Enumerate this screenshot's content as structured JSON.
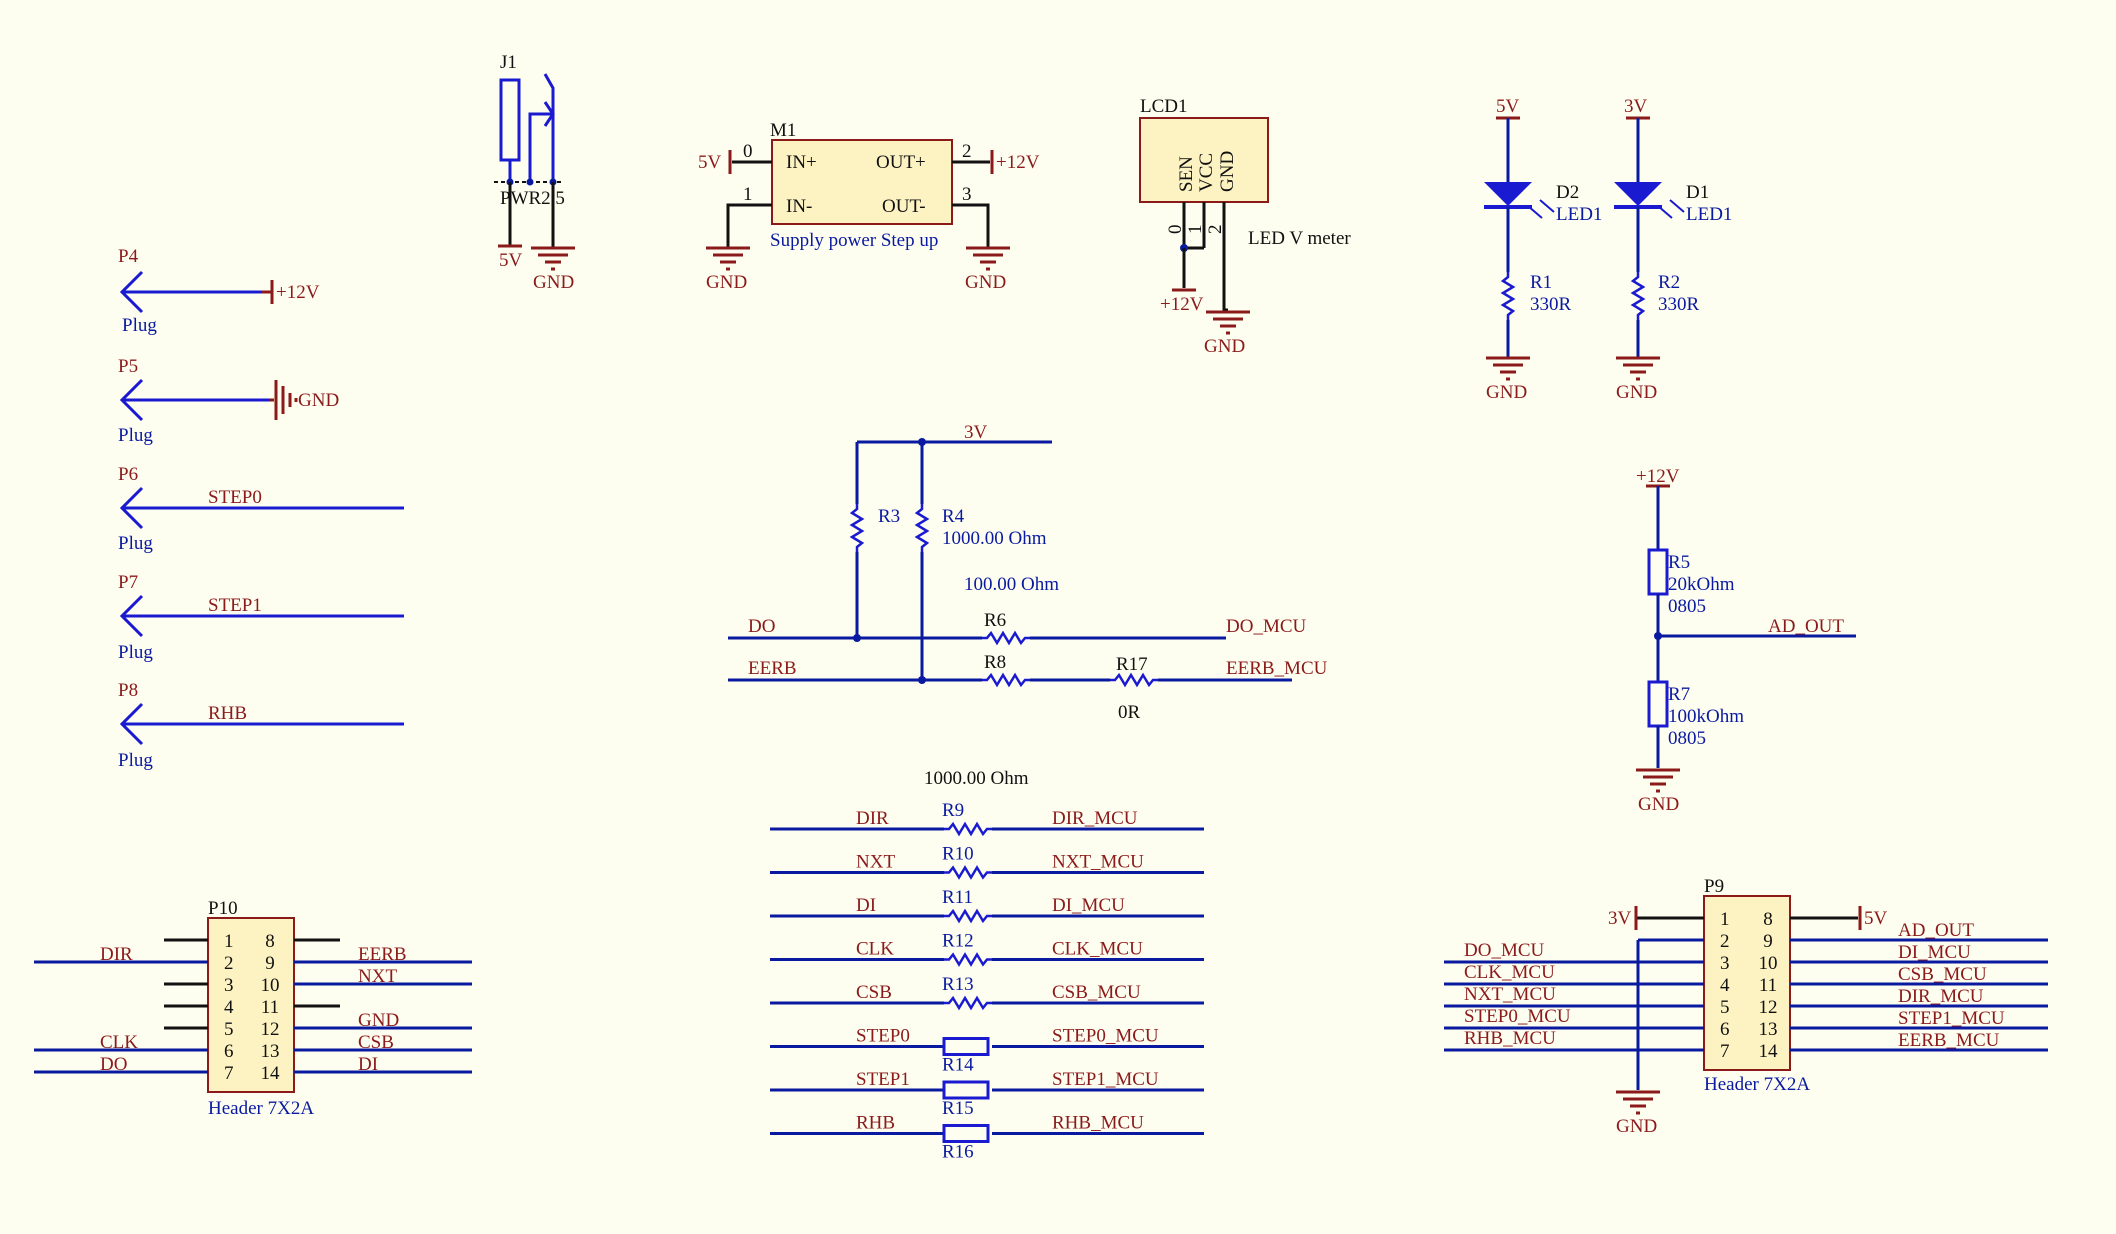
{
  "connectors": {
    "p4": {
      "ref": "P4",
      "type": "Plug",
      "net": "+12V"
    },
    "p5": {
      "ref": "P5",
      "type": "Plug",
      "net": "GND"
    },
    "p6": {
      "ref": "P6",
      "type": "Plug",
      "net": "STEP0"
    },
    "p7": {
      "ref": "P7",
      "type": "Plug",
      "net": "STEP1"
    },
    "p8": {
      "ref": "P8",
      "type": "Plug",
      "net": "RHB"
    }
  },
  "j1": {
    "ref": "J1",
    "name": "PWR2.5",
    "net_a": "5V",
    "net_b": "GND"
  },
  "m1": {
    "ref": "M1",
    "desc": "Supply power Step up",
    "pin_in_p": "IN+",
    "pin_in_m": "IN-",
    "pin_out_p": "OUT+",
    "pin_out_m": "OUT-",
    "pin0": "0",
    "pin1": "1",
    "pin2": "2",
    "pin3": "3",
    "net_in": "5V",
    "net_out": "+12V",
    "gnd1": "GND",
    "gnd2": "GND"
  },
  "lcd1": {
    "ref": "LCD1",
    "desc": "LED V meter",
    "pin_sen": "SEN",
    "pin_vcc": "VCC",
    "pin_gnd": "GND",
    "pin0": "0",
    "pin1": "1",
    "pin2": "2",
    "net_vcc": "+12V",
    "net_gnd": "GND"
  },
  "leds": {
    "d2": {
      "ref": "D2",
      "value": "LED1",
      "net_top": "5V",
      "res_ref": "R1",
      "res_val": "330R",
      "net_bot": "GND"
    },
    "d1": {
      "ref": "D1",
      "value": "LED1",
      "net_top": "3V",
      "res_ref": "R2",
      "res_val": "330R",
      "net_bot": "GND"
    }
  },
  "pullups": {
    "net_3v": "3V",
    "r3": "R3",
    "r4": "R4",
    "r4_val": "1000.00 Ohm",
    "r3_val": "100.00 Ohm",
    "do": "DO",
    "do_mcu": "DO_MCU",
    "r6": "R6",
    "eerb": "EERB",
    "eerb_mcu": "EERB_MCU",
    "r8": "R8",
    "r17": "R17",
    "r17_val": "0R"
  },
  "divider": {
    "net_top": "+12V",
    "r5": "R5",
    "r5_val": "20kOhm",
    "r5_pkg": "0805",
    "r7": "R7",
    "r7_val": "100kOhm",
    "r7_pkg": "0805",
    "out": "AD_OUT",
    "gnd": "GND"
  },
  "series": {
    "value": "1000.00 Ohm",
    "rows": [
      {
        "left": "DIR",
        "ref": "R9",
        "right": "DIR_MCU"
      },
      {
        "left": "NXT",
        "ref": "R10",
        "right": "NXT_MCU"
      },
      {
        "left": "DI",
        "ref": "R11",
        "right": "DI_MCU"
      },
      {
        "left": "CLK",
        "ref": "R12",
        "right": "CLK_MCU"
      },
      {
        "left": "CSB",
        "ref": "R13",
        "right": "CSB_MCU"
      },
      {
        "left": "STEP0",
        "ref": "R14",
        "right": "STEP0_MCU"
      },
      {
        "left": "STEP1",
        "ref": "R15",
        "right": "STEP1_MCU"
      },
      {
        "left": "RHB",
        "ref": "R16",
        "right": "RHB_MCU"
      }
    ]
  },
  "p10": {
    "ref": "P10",
    "desc": "Header 7X2A",
    "pins_left": [
      "1",
      "2",
      "3",
      "4",
      "5",
      "6",
      "7"
    ],
    "pins_right": [
      "8",
      "9",
      "10",
      "11",
      "12",
      "13",
      "14"
    ],
    "nets_left": [
      "",
      "DIR",
      "",
      "",
      "",
      "CLK",
      "DO"
    ],
    "nets_right": [
      "",
      "EERB",
      "NXT",
      "",
      "GND",
      "CSB",
      "DI"
    ]
  },
  "p9": {
    "ref": "P9",
    "desc": "Header 7X2A",
    "pins_left": [
      "1",
      "2",
      "3",
      "4",
      "5",
      "6",
      "7"
    ],
    "pins_right": [
      "8",
      "9",
      "10",
      "11",
      "12",
      "13",
      "14"
    ],
    "nets_left": [
      "3V",
      "DO_MCU",
      "CLK_MCU",
      "NXT_MCU",
      "STEP0_MCU",
      "RHB_MCU",
      ""
    ],
    "nets_right": [
      "5V",
      "AD_OUT",
      "DI_MCU",
      "CSB_MCU",
      "DIR_MCU",
      "STEP1_MCU",
      "EERB_MCU"
    ],
    "gnd": "GND"
  }
}
